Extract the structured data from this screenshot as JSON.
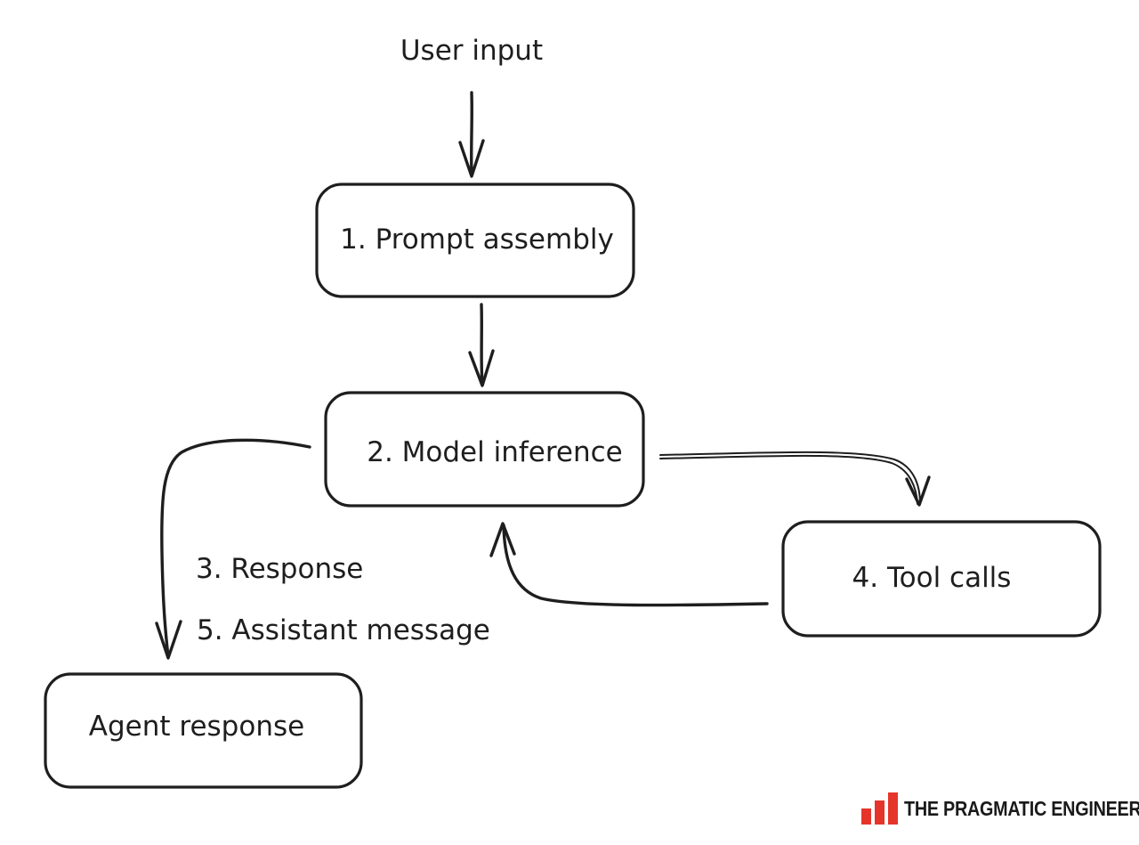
{
  "diagram": {
    "input_label": "User input",
    "nodes": {
      "prompt_assembly": "1. Prompt assembly",
      "model_inference": "2. Model inference",
      "tool_calls": "4. Tool calls",
      "agent_response": "Agent response"
    },
    "edge_labels": {
      "response": "3. Response",
      "assistant_message": "5. Assistant message"
    }
  },
  "brand": {
    "name": "THE PRAGMATIC ENGINEER",
    "icon": "bar-chart-logo-icon",
    "accent_color": "#e5352b"
  },
  "colors": {
    "ink": "#1e1e1e",
    "background": "#ffffff"
  }
}
